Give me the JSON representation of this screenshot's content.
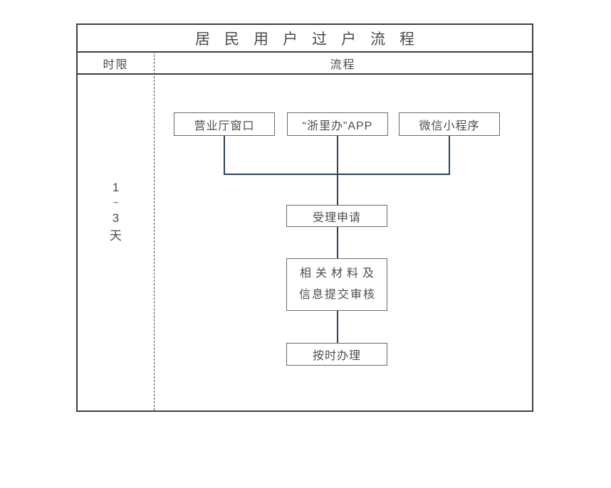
{
  "colors": {
    "frame_border": "#3f3f3f",
    "box_border": "#6a6a6a",
    "connector_line": "#2c4257",
    "text": "#4a4a4a",
    "background": "#ffffff"
  },
  "diagram": {
    "title": "居民用户过户流程",
    "columns": {
      "time_header": "时限",
      "flow_header": "流程"
    },
    "time_limit": {
      "char_1": "1",
      "char_2": "~",
      "char_3": "3",
      "char_4": "天"
    },
    "channels": [
      "营业厅窗口",
      "“浙里办”APP",
      "微信小程序"
    ],
    "steps": {
      "accept": "受理申请",
      "materials_line1": "相关材料及",
      "materials_line2": "信息提交审核",
      "handle": "按时办理"
    }
  }
}
